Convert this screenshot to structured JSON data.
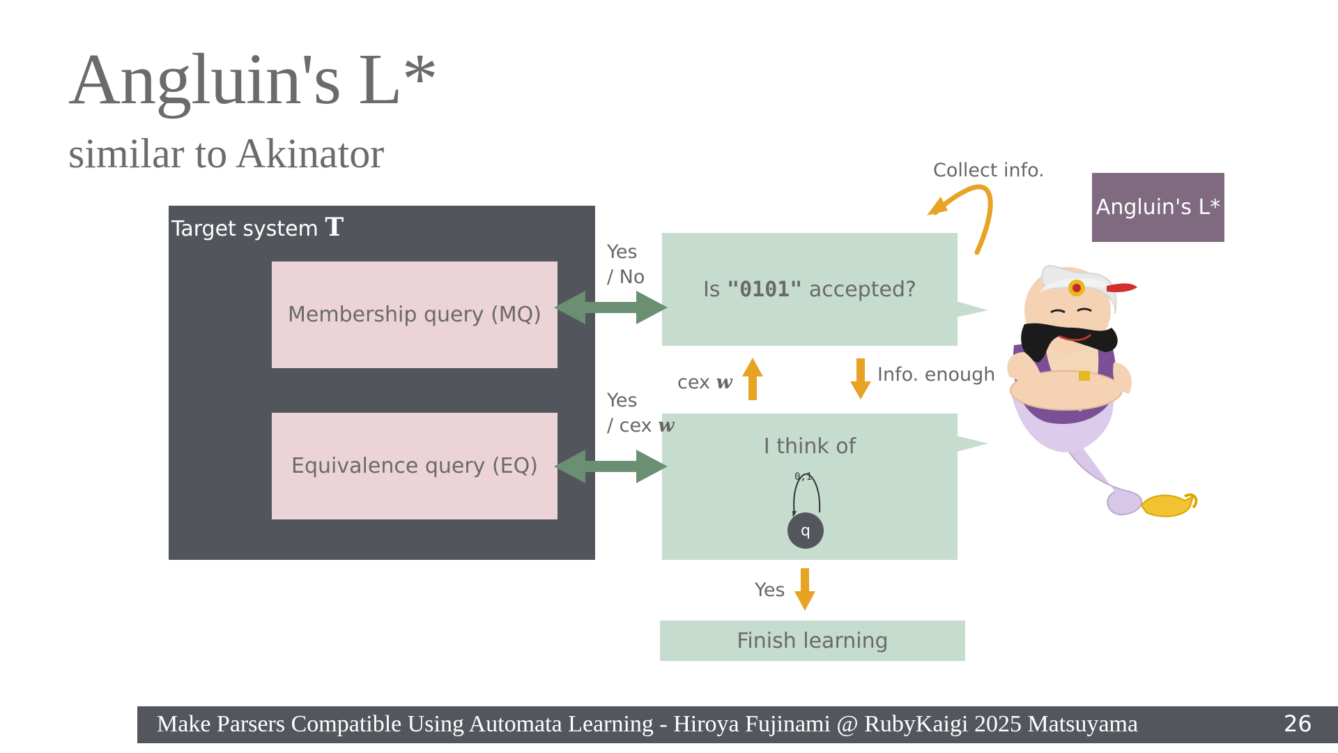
{
  "slide": {
    "title": "Angluin's L*",
    "subtitle": "similar to Akinator",
    "page_number": "26"
  },
  "target": {
    "label": "Target system ",
    "symbol": "T"
  },
  "queries": {
    "membership": "Membership query (MQ)",
    "equivalence": "Equivalence query (EQ)"
  },
  "learner": {
    "question_prefix": "Is ",
    "question_word": "\"0101\"",
    "question_suffix": " accepted?",
    "hypothesis_label": "I think of",
    "automaton_state": "q",
    "automaton_loop_label": "0,1",
    "finish": "Finish learning",
    "badge": "Angluin's L*"
  },
  "edges": {
    "mq_reply_line1": "Yes",
    "mq_reply_line2": "/ No",
    "eq_reply_line1": "Yes",
    "eq_reply_line2": "/ cex ",
    "eq_reply_var": "w",
    "cex_prefix": "cex ",
    "cex_var": "w",
    "info_enough": "Info. enough",
    "collect_info": "Collect info.",
    "yes_to_finish": "Yes"
  },
  "footer": {
    "text": "Make Parsers Compatible Using Automata Learning - Hiroya Fujinami @ RubyKaigi 2025 Matsuyama"
  },
  "colors": {
    "dark_panel": "#52565c",
    "pink_box": "#ecd3d7",
    "green_box": "#c6dccf",
    "green_arrow": "#6b8f73",
    "orange_arrow": "#e8a224",
    "badge_purple": "#7f6a80"
  }
}
